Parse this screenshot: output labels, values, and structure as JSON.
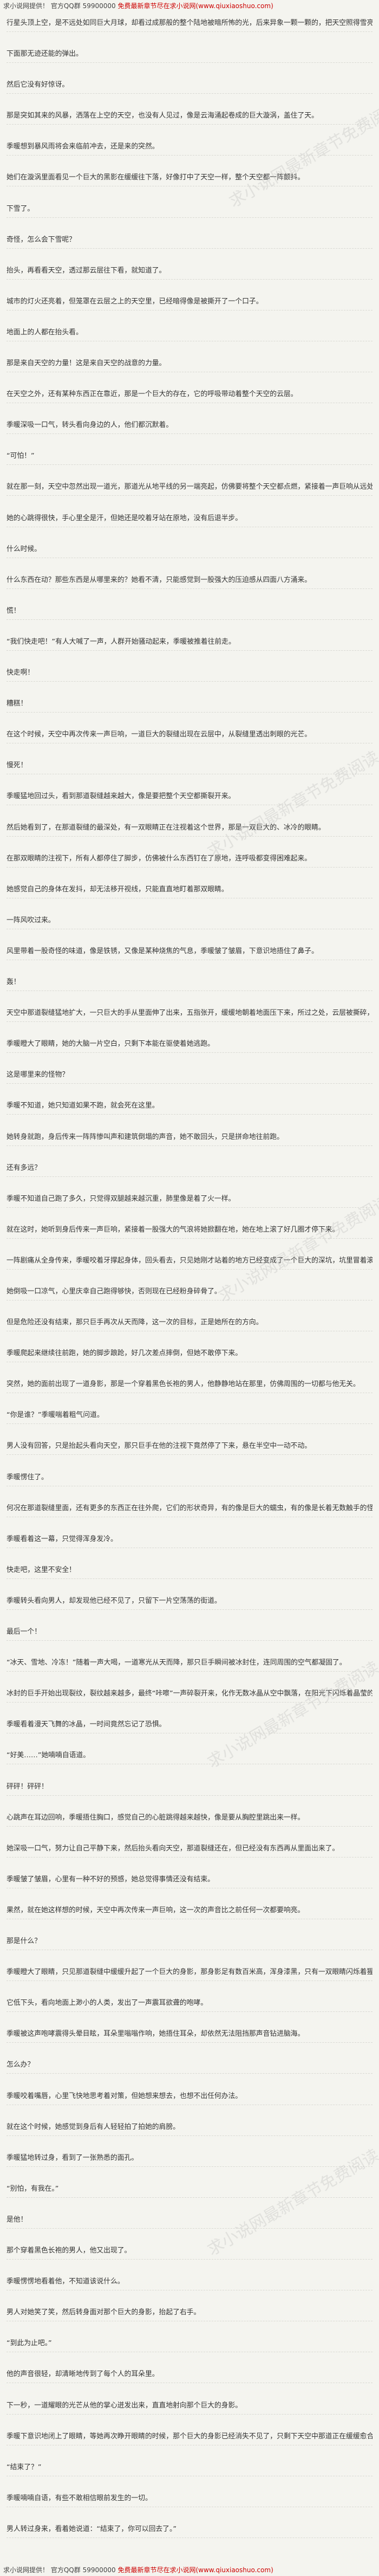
{
  "header": {
    "text": "求小说网提供！",
    "site_label": "官方QQ群",
    "qq": "59900000",
    "promo": "免费最新章节尽在求小说网",
    "url": "(www.qiuxiaoshuo.com)"
  },
  "footer": {
    "text": "求小说网提供！",
    "site_label": "官方QQ群",
    "qq": "59900000",
    "promo": "免费最新章节尽在求小说网",
    "url": "(www.qiuxiaoshuo.com)"
  },
  "watermark": "求小说网最新章节免费阅读",
  "paragraphs": [
    "行星头顶上空，是不远处如同巨大月球，却看过成那般的整个陆地被暗所怖的光，后来异象一颗一颗的，把天空照得雪亮的光体，像是通体漆黑一样的月光照亮了白天。",
    "下面那无迹还能的弹出。",
    "然后它没有好惊讶。",
    "那是突如其来的风暴，洒落在上空的天空，也没有人见过，像是云海涌起卷成的巨大漩涡，盖住了天。",
    "季暖想到暴风雨将会来临前冲去，还是来的突然。",
    "她们在漩涡里面看见一个巨大的黑影在缓缓往下落，好像打中了天空一样，整个天空都一阵颤抖。",
    "下雪了。",
    "奇怪，怎么会下雪呢？",
    "抬头，再看看天空，透过那云层往下看，就知道了。",
    "城市的灯火还亮着，但笼罩在云层之上的天空里，已经暗得像是被撕开了一个口子。",
    "地面上的人都在抬头看。",
    "那是来自天空的力量！这是来自天空的战意的力量。",
    "在天空之外，还有某种东西正在靠近，那是一个巨大的存在，它的呼吸带动着整个天空的云层。",
    "季暖深吸一口气，转头看向身边的人，他们都沉默着。",
    "“可怕！”",
    "就在那一刻，天空中忽然出现一道光，那道光从地平线的另一端亮起，仿佛要将整个天空都点燃，紧接着一声巨响从远处传来，地面随之剧烈震动，人们惊恐地看着天边，不知道接下来会发生什么。",
    "她的心跳得很快，手心里全是汗，但她还是咬着牙站在原地，没有后退半步。",
    "什么时候。",
    "什么东西在动？那些东西是从哪里来的？她看不清，只能感觉到一股强大的压迫感从四面八方涌来。",
    "慌！",
    "“我们快走吧！”有人大喊了一声，人群开始骚动起来，季暖被推着往前走。",
    "快走啊！",
    "糟糕！",
    "在这个时候，天空中再次传来一声巨响，一道巨大的裂缝出现在云层中，从裂缝里透出刺眼的光芒。",
    "慢死！",
    "季暖猛地回过头，看到那道裂缝越来越大，像是要把整个天空都撕裂开来。",
    "然后她看到了，在那道裂缝的最深处，有一双眼睛正在注视着这个世界，那是一双巨大的、冰冷的眼睛。",
    "在那双眼睛的注视下，所有人都停住了脚步，仿佛被什么东西钉在了原地，连呼吸都变得困难起来。",
    "她感觉自己的身体在发抖，却无法移开视线，只能直直地盯着那双眼睛。",
    "一阵风吹过来。",
    "风里带着一股奇怪的味道，像是铁锈，又像是某种烧焦的气息，季暖皱了皱眉，下意识地捂住了鼻子。",
    "轰！",
    "天空中那道裂缝猛地扩大，一只巨大的手从里面伸了出来，五指张开，缓缓地朝着地面压下来，所过之处，云层被撕碎，空气发出刺耳的尖啸声，整个城市都笼罩在那只手的阴影之下。",
    "季暖瞪大了眼睛，她的大脑一片空白，只剩下本能在驱使着她逃跑。",
    "这是哪里来的怪物？",
    "季暖不知道，她只知道如果不跑，就会死在这里。",
    "她转身就跑，身后传来一阵阵惨叫声和建筑倒塌的声音，她不敢回头，只是拼命地往前跑。",
    "还有多远？",
    "季暖不知道自己跑了多久，只觉得双腿越来越沉重，肺里像是着了火一样。",
    "就在这时，她听到身后传来一声巨响，紧接着一股强大的气浪将她掀翻在地，她在地上滚了好几圈才停下来。",
    "一阵剧痛从全身传来，季暖咬着牙撑起身体，回头看去，只见她刚才站着的地方已经变成了一个巨大的深坑，坑里冒着滚滚黑烟。",
    "她倒吸一口凉气，心里庆幸自己跑得够快，否则现在已经粉身碎骨了。",
    "但是危险还没有结束，那只巨手再次从天而降，这一次的目标，正是她所在的方向。",
    "季暖爬起来继续往前跑，她的脚步踉跄，好几次差点摔倒，但她不敢停下来。",
    "突然，她的面前出现了一道身影，那是一个穿着黑色长袍的男人，他静静地站在那里，仿佛周围的一切都与他无关。",
    "“你是谁？”季暖喘着粗气问道。",
    "男人没有回答，只是抬起头看向天空，那只巨手在他的注视下竟然停了下来，悬在半空中一动不动。",
    "季暖愣住了。",
    "何况在那道裂缝里面，还有更多的东西正在往外爬，它们的形状奇异，有的像是巨大的蠕虫，有的像是长着无数触手的怪物。",
    "季暖看着这一幕，只觉得浑身发冷。",
    "快走吧，这里不安全！",
    "季暖转头看向男人，却发现他已经不见了，只留下一片空荡荡的街道。",
    "最后一个！",
    "“冰天、雪地、冷冻！”随着一声大喝，一道寒光从天而降，那只巨手瞬间被冰封住，连同周围的空气都凝固了。",
    "冰封的巨手开始出现裂纹，裂纹越来越多，最终“咔嚓”一声碎裂开来，化作无数冰晶从空中飘落，在阳光下闪烁着晶莹的光芒。",
    "季暖看着漫天飞舞的冰晶，一时间竟然忘记了恐惧。",
    "“好美……”她喃喃自语道。",
    "砰砰！砰砰！",
    "心跳声在耳边回响，季暖捂住胸口，感觉自己的心脏跳得越来越快，像是要从胸腔里跳出来一样。",
    "她深吸一口气，努力让自己平静下来，然后抬头看向天空，那道裂缝还在，但已经没有东西再从里面出来了。",
    "季暖皱了皱眉，心里有一种不好的预感，她总觉得事情还没有结束。",
    "果然，就在她这样想的时候，天空中再次传来一声巨响，这一次的声音比之前任何一次都要响亮。",
    "那是什么？",
    "季暖瞪大了眼睛，只见那道裂缝中缓缓升起了一个巨大的身影，那身影足有数百米高，浑身漆黑，只有一双眼睛闪烁着猩红的光芒。",
    "它低下头，看向地面上渺小的人类，发出了一声震耳欲聋的咆哮。",
    "季暖被这声咆哮震得头晕目眩，耳朵里嗡嗡作响，她捂住耳朵，却依然无法阻挡那声音钻进脑海。",
    "怎么办？",
    "季暖咬着嘴唇，心里飞快地思考着对策，但她想来想去，也想不出任何办法。",
    "就在这个时候，她感觉到身后有人轻轻拍了拍她的肩膀。",
    "季暖猛地转过身，看到了一张熟悉的面孔。",
    "“别怕，有我在。”",
    "是他！",
    "那个穿着黑色长袍的男人，他又出现了。",
    "季暖愣愣地看着他，不知道该说什么。",
    "男人对她笑了笑，然后转身面对那个巨大的身影，抬起了右手。",
    "“到此为止吧。”",
    "他的声音很轻，却清晰地传到了每个人的耳朵里。",
    "下一秒，一道耀眼的光芒从他的掌心迸发出来，直直地射向那个巨大的身影。",
    "季暖下意识地闭上了眼睛，等她再次睁开眼睛的时候，那个巨大的身影已经消失不见了，只剩下天空中那道正在缓缓愈合的裂缝。",
    "“结束了？”",
    "季暖喃喃自语，有些不敢相信眼前发生的一切。",
    "男人转过身来，看着她说道：“结束了，你可以回去了。”"
  ]
}
